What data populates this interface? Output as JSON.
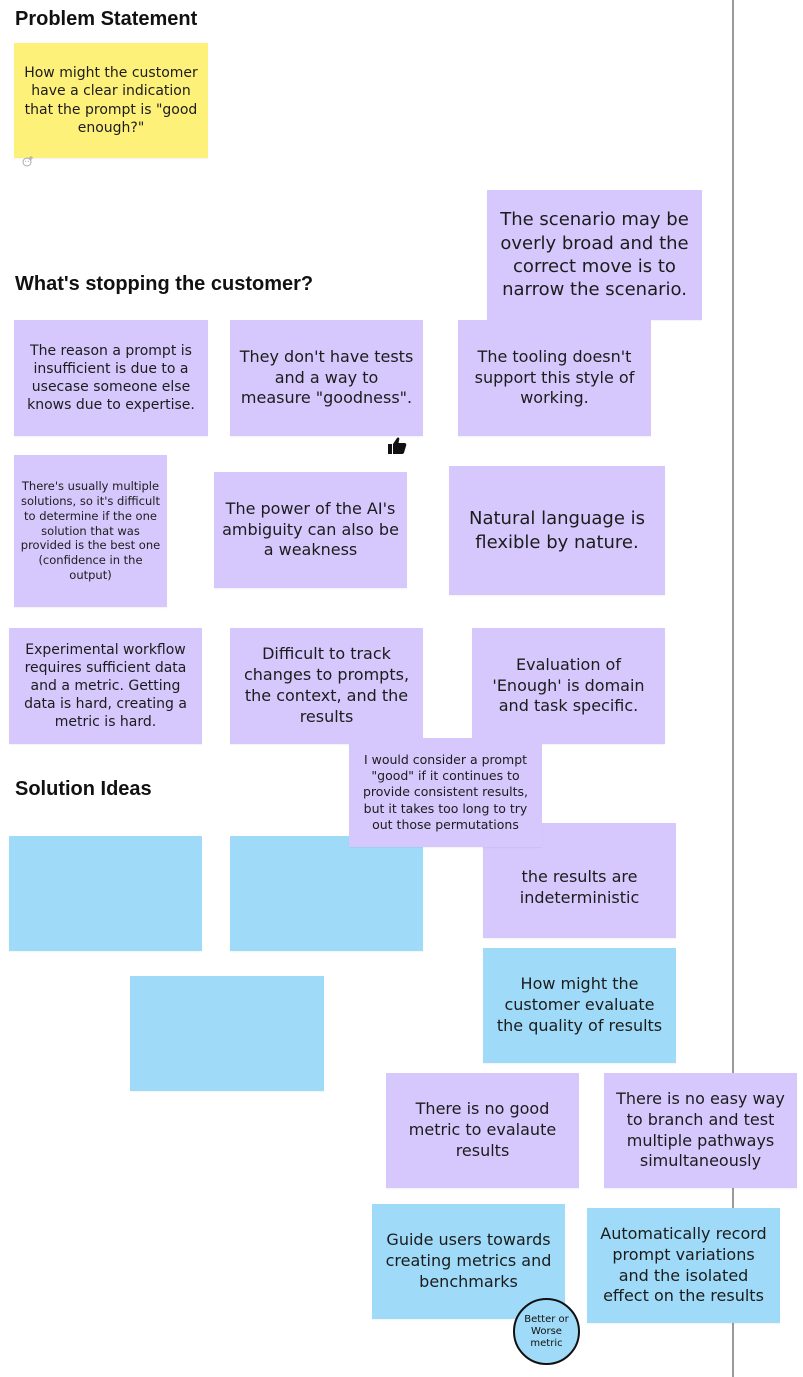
{
  "headings": {
    "problem": "Problem Statement",
    "stopping": "What's stopping the customer?",
    "solutions": "Solution Ideas"
  },
  "problem_note": "How might the customer have a clear indication that the prompt is \"good enough?\"",
  "notes": {
    "scenario_broad": "The scenario may be overly broad and the correct move is to narrow the scenario.",
    "expertise": "The reason a prompt is insufficient is due to a usecase someone else knows due to expertise.",
    "no_tests": "They don't have tests and a way to measure \"goodness\".",
    "tooling": "The tooling doesn't support this style of working.",
    "multiple_solutions": "There's usually multiple solutions, so it's difficult to determine if the one solution that was provided is the best one (confidence in the output)",
    "ambiguity": "The power of the AI's ambiguity can also be a weakness",
    "natural_language": "Natural language is flexible by nature.",
    "experimental": "Experimental workflow requires sufficient data and a metric.  Getting data is hard, creating a metric is hard.",
    "track_changes": "Difficult to track changes to prompts, the context, and the results",
    "evaluation_enough": "Evaluation of 'Enough' is domain and task specific.",
    "consistent_results": "I would consider a prompt \"good\" if it continues to provide consistent results, but it takes too long to try out those permutations",
    "indeterministic": "the results are indeterministic",
    "evaluate_quality": "How might the customer evaluate the quality of results",
    "no_metric": "There is no good metric to evalaute results",
    "no_branch": "There is no easy way to branch and test multiple pathways simultaneously",
    "guide_users": "Guide users towards creating metrics and benchmarks",
    "auto_record": "Automatically record prompt variations and the isolated effect on the results"
  },
  "circle_label": "Better or Worse metric",
  "icons": {
    "reaction": "add-reaction-icon",
    "thumbs_up": "thumbs-up-icon"
  },
  "colors": {
    "yellow": "#fef17a",
    "purple": "#d6c8fc",
    "blue": "#9fdbf8",
    "divider": "#9a9a9a"
  }
}
